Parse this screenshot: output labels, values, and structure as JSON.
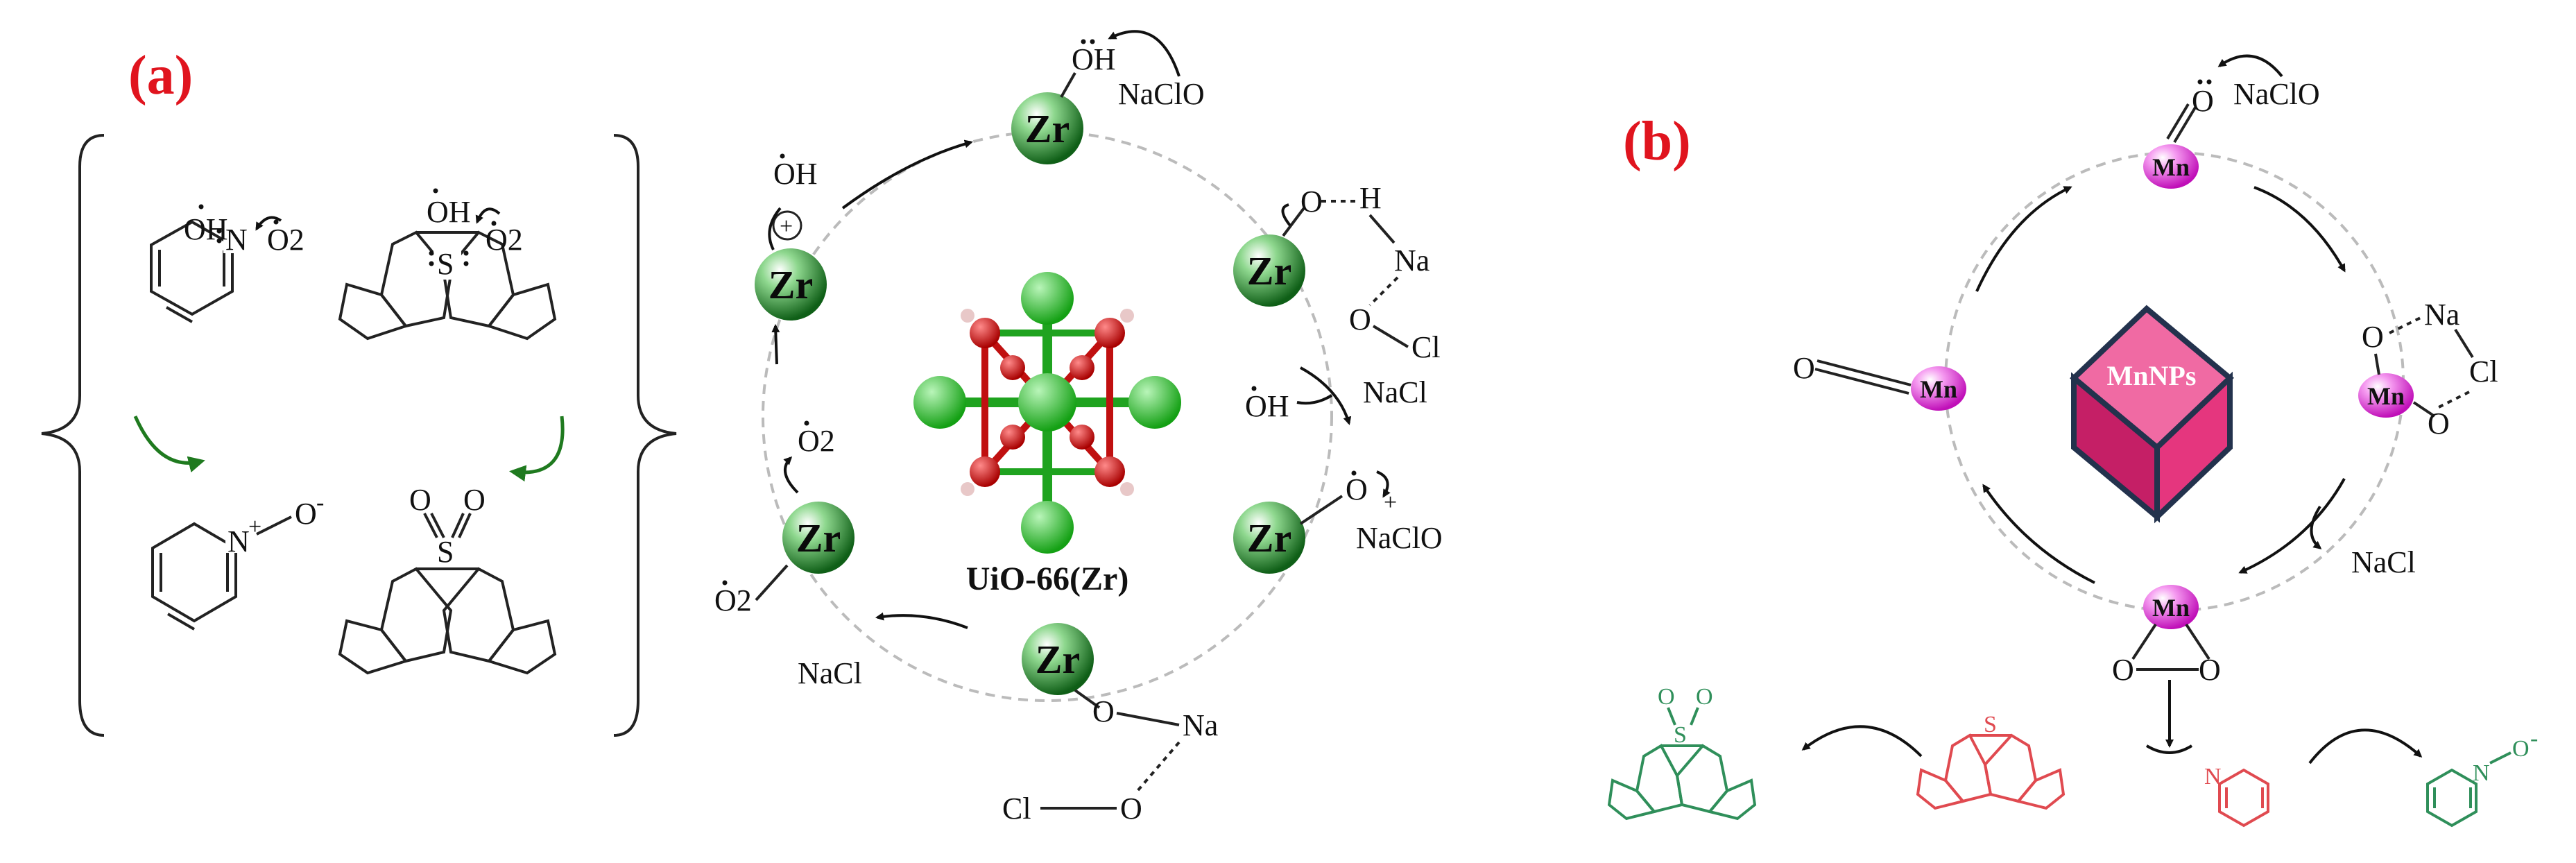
{
  "panels": {
    "a": {
      "label": "(a)",
      "radical_oh": "OH",
      "radical_o2": "O2",
      "n_atom": "N",
      "s_atom": "S",
      "o_atom": "O",
      "n_oxide": "N",
      "n_plus": "+",
      "o_minus": "O",
      "o_minus_sign": "-",
      "center_label": "UiO-66(Zr)",
      "metal": "Zr",
      "oh": "OH",
      "naclo": "NaClO",
      "nacl": "NaCl",
      "o2": "O2",
      "na": "Na",
      "cl": "Cl",
      "h": "H",
      "o": "O",
      "plus": "+"
    },
    "b": {
      "label": "(b)",
      "metal": "Mn",
      "naclo": "NaClO",
      "nacl": "NaCl",
      "na": "Na",
      "cl": "Cl",
      "o": "O",
      "core_label": "MnNPs",
      "s_atom": "S",
      "n_atom": "N",
      "o_minus": "O",
      "o_minus_sign": "-"
    }
  },
  "colors": {
    "panel_label": "#e0141e",
    "zr_sphere": "#1f7a1f",
    "mn_sphere": "#e03ad8",
    "product_green": "#2f8f5a",
    "reactant_red": "#e04a50",
    "cube_face": "#e5367e",
    "cube_edge": "#23324d"
  }
}
